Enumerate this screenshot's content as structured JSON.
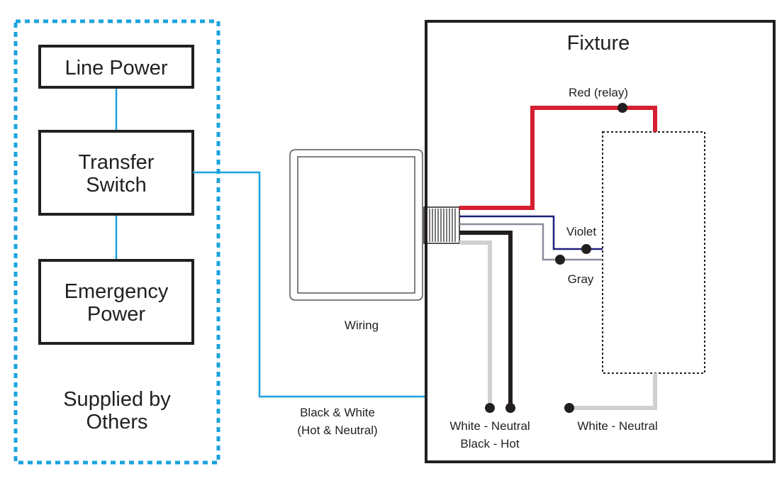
{
  "colors": {
    "blue": "#1aa3dd",
    "red": "#d42030",
    "violet": "#1f1f7a",
    "gray": "#8c8c9c",
    "lightgray": "#d0d0d0",
    "black": "#231f20"
  },
  "supplied": {
    "line_power": "Line Power",
    "transfer_line1": "Transfer",
    "transfer_line2": "Switch",
    "emergency_line1": "Emergency",
    "emergency_line2": "Power",
    "footer_line1": "Supplied by",
    "footer_line2": "Others"
  },
  "wiring_label": "Wiring",
  "feed_label_line1": "Black & White",
  "feed_label_line2": "(Hot & Neutral)",
  "fixture": {
    "title": "Fixture",
    "red_label": "Red (relay)",
    "violet_label": "Violet",
    "gray_label": "Gray",
    "white_neutral_left": "White - Neutral",
    "black_hot": "Black - Hot",
    "white_neutral_right": "White - Neutral"
  }
}
